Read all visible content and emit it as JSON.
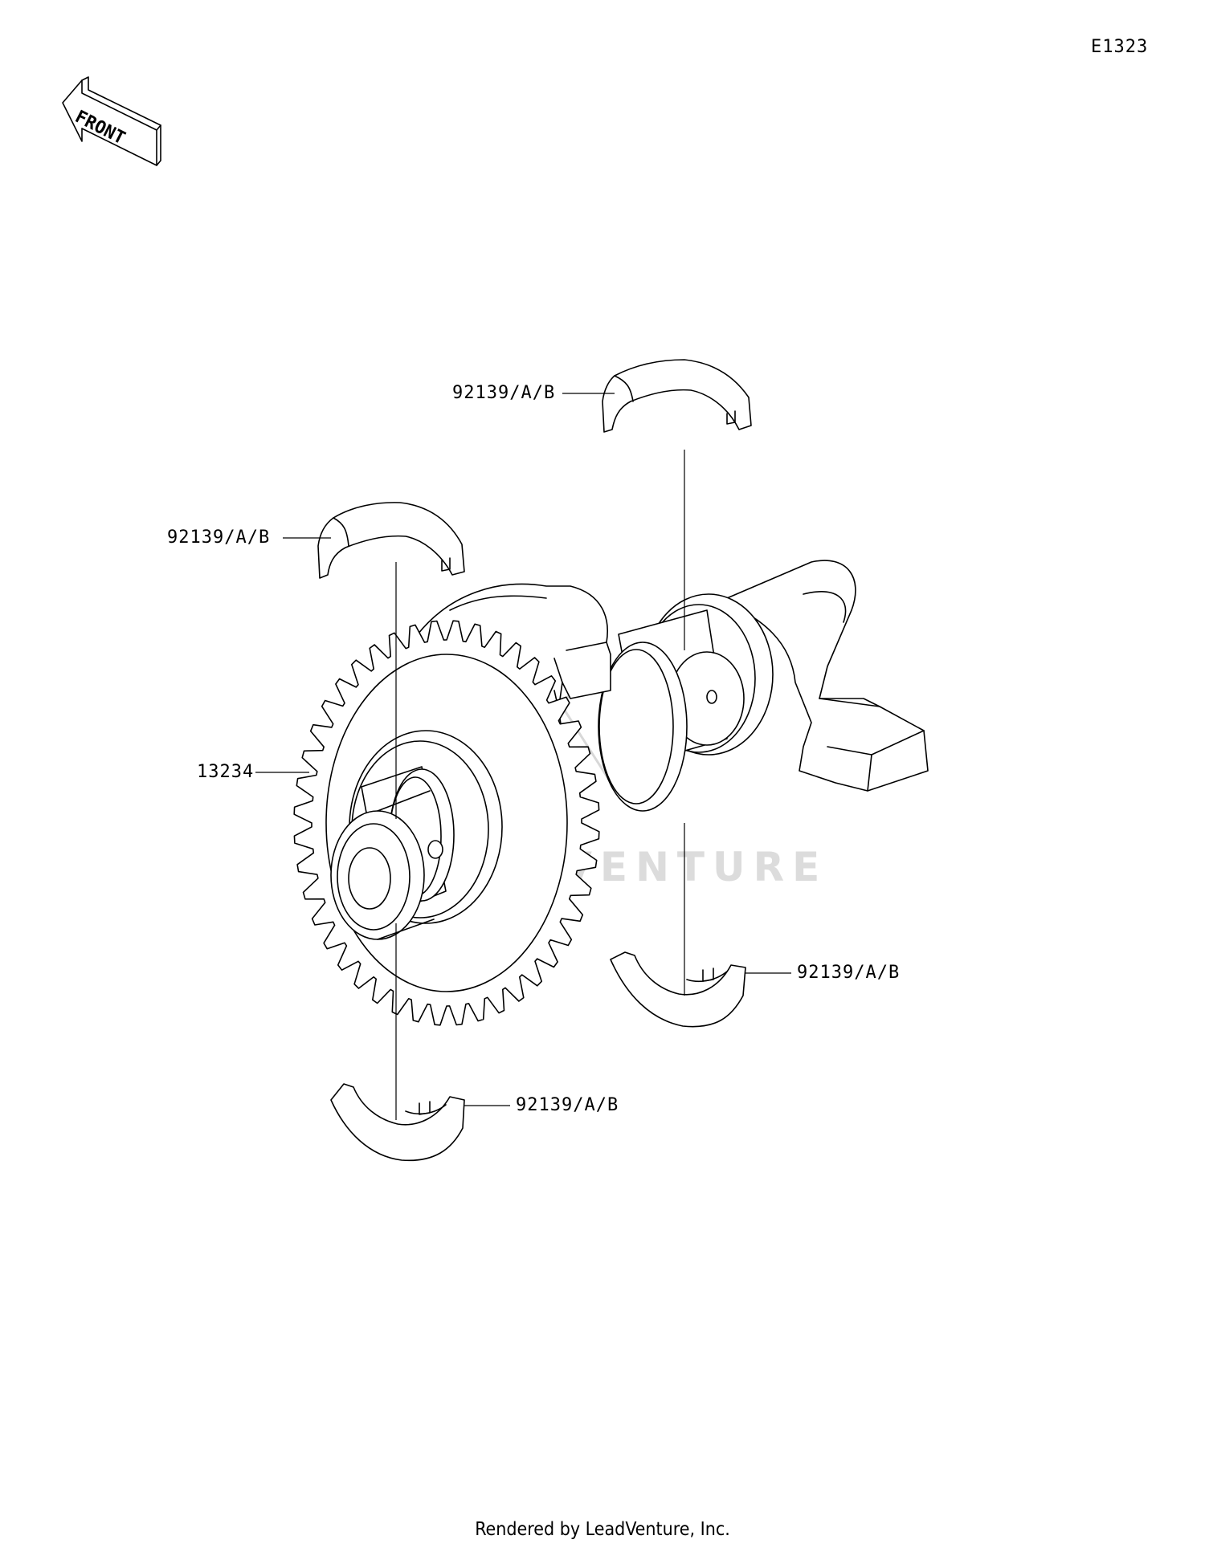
{
  "diagram_id": "E1323",
  "front_arrow_label": "FRONT",
  "watermark": "LEADVENTURE",
  "footer": "Rendered by LeadVenture, Inc.",
  "callouts": [
    {
      "part": "92139/A/B"
    },
    {
      "part": "92139/A/B"
    },
    {
      "part": "13234"
    },
    {
      "part": "92139/A/B"
    },
    {
      "part": "92139/A/B"
    }
  ]
}
